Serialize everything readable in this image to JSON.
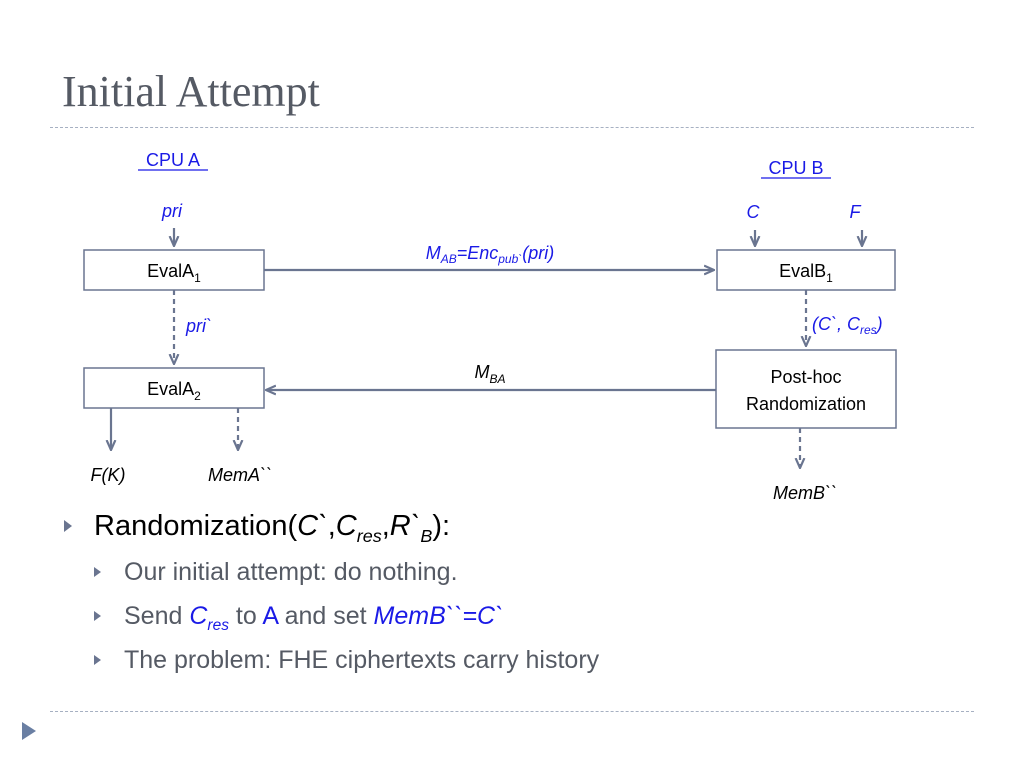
{
  "slide": {
    "title": "Initial Attempt",
    "accent_color": "#1a1ae6"
  },
  "diagram": {
    "cpu_a": {
      "header": "CPU A",
      "input": "pri",
      "box1": {
        "base": "EvalA",
        "sub": "1"
      },
      "mid": "pri`",
      "box2": {
        "base": "EvalA",
        "sub": "2"
      },
      "out_left": "F(K)",
      "out_right": "MemA``"
    },
    "cpu_b": {
      "header": "CPU B",
      "input_c": "C",
      "input_f": "F",
      "box1": {
        "base": "EvalB",
        "sub": "1"
      },
      "mid": {
        "open": "(C`, C",
        "sub": "res",
        "close": ")"
      },
      "box2_line1": "Post-hoc",
      "box2_line2": "Randomization",
      "out": "MemB``"
    },
    "msg_ab": {
      "m": "M",
      "m_sub": "AB",
      "mid": "=Enc",
      "enc_sub": "pub`",
      "tail": "(pri)"
    },
    "msg_ba": {
      "m": "M",
      "m_sub": "BA"
    }
  },
  "bullets": {
    "main": {
      "prefix": "Randomization(",
      "c": "C`",
      "comma1": ",",
      "cres": "C",
      "cres_sub": "res",
      "comma2": ",",
      "r": "R`",
      "r_sub": "B",
      "suffix": "):"
    },
    "sub1": "Our initial attempt: do nothing.",
    "sub2": {
      "send": "Send ",
      "c": "C",
      "c_sub": "res",
      "to": " to ",
      "a": "A",
      "and": " and set ",
      "assign": "MemB``=C`"
    },
    "sub3": "The problem: FHE ciphertexts carry history"
  }
}
